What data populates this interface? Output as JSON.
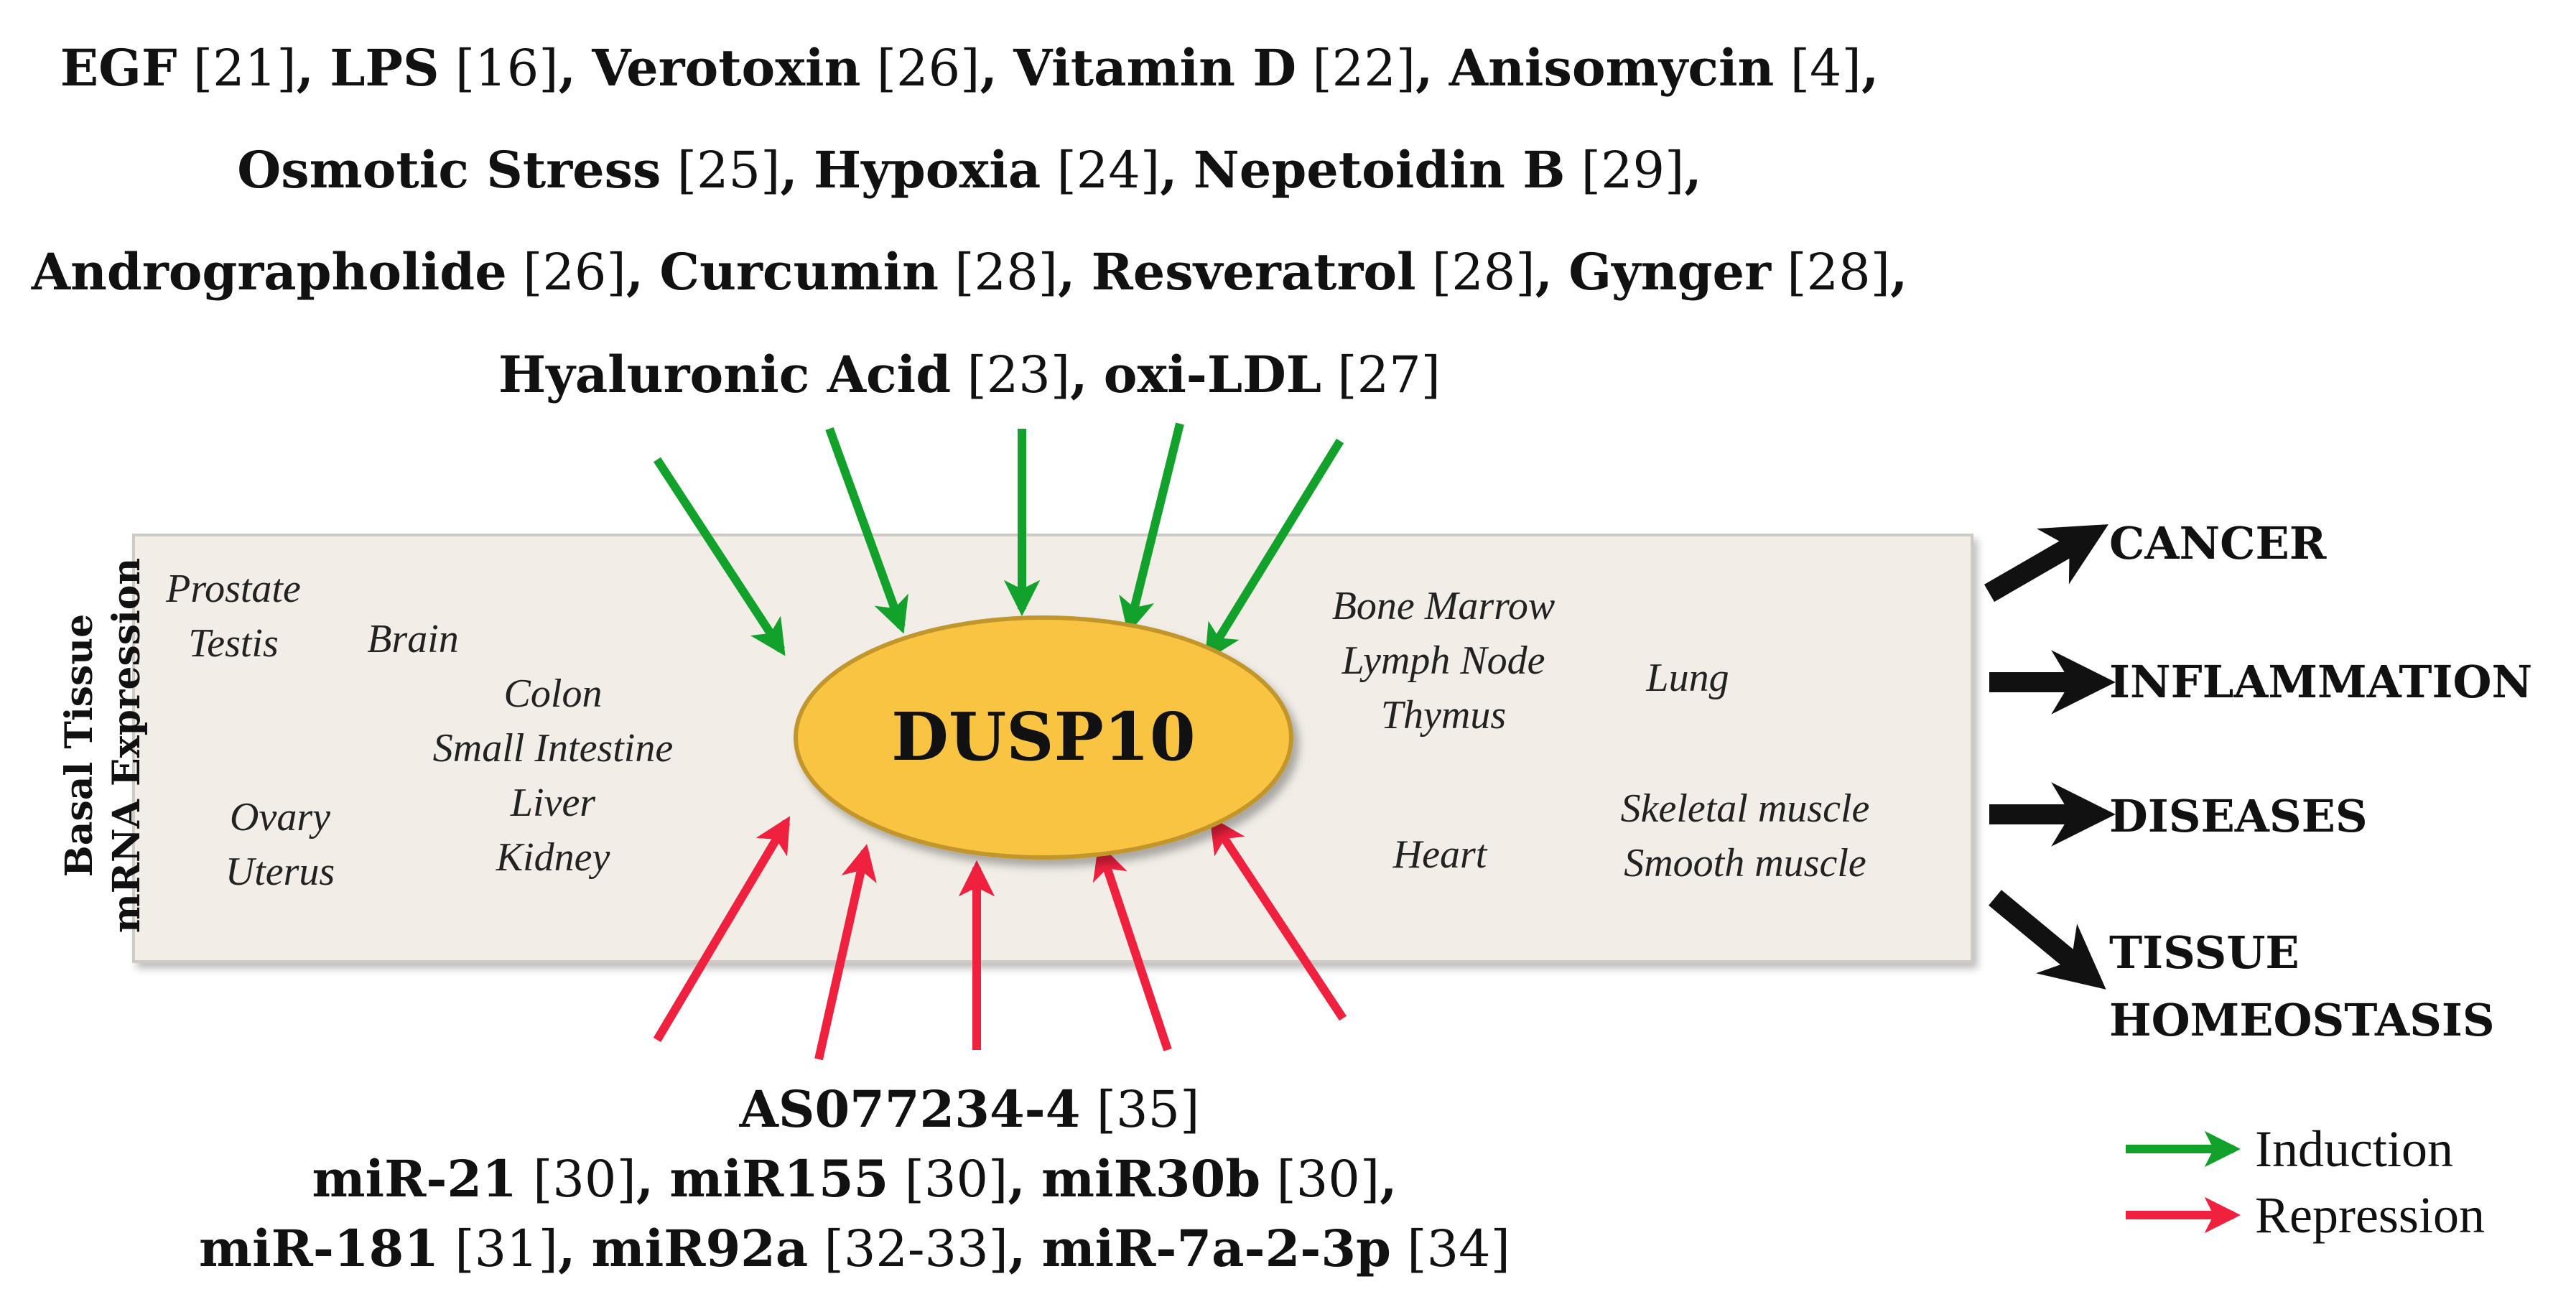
{
  "inducers": {
    "line1": [
      {
        "name": "EGF",
        "ref": "[21]",
        "sep": ","
      },
      {
        "name": "LPS",
        "ref": "[16]",
        "sep": ","
      },
      {
        "name": "Verotoxin",
        "ref": "[26]",
        "sep": ","
      },
      {
        "name": "Vitamin D",
        "ref": "[22]",
        "sep": ","
      },
      {
        "name": "Anisomycin",
        "ref": "[4]",
        "sep": ","
      }
    ],
    "line2": [
      {
        "name": "Osmotic Stress",
        "ref": "[25]",
        "sep": ","
      },
      {
        "name": "Hypoxia",
        "ref": "[24]",
        "sep": ","
      },
      {
        "name": "Nepetoidin B",
        "ref": "[29]",
        "sep": ","
      }
    ],
    "line3": [
      {
        "name": "Andrographolide",
        "ref": "[26]",
        "sep": ","
      },
      {
        "name": "Curcumin",
        "ref": "[28]",
        "sep": ","
      },
      {
        "name": "Resveratrol",
        "ref": "[28]",
        "sep": ","
      },
      {
        "name": "Gynger",
        "ref": "[28]",
        "sep": ","
      }
    ],
    "line4": [
      {
        "name": "Hyaluronic Acid",
        "ref": "[23]",
        "sep": ","
      },
      {
        "name": "oxi-LDL",
        "ref": "[27]",
        "sep": ""
      }
    ]
  },
  "repressors": {
    "line1": [
      {
        "name": "AS077234-4",
        "ref": "[35]",
        "sep": ""
      }
    ],
    "line2": [
      {
        "name": "miR-21",
        "ref": "[30]",
        "sep": ","
      },
      {
        "name": "miR155",
        "ref": "[30]",
        "sep": ","
      },
      {
        "name": "miR30b",
        "ref": "[30]",
        "sep": ","
      }
    ],
    "line3": [
      {
        "name": "miR-181",
        "ref": "[31]",
        "sep": ","
      },
      {
        "name": "miR92a",
        "ref": "[32-33]",
        "sep": ","
      },
      {
        "name": "miR-7a-2-3p",
        "ref": "[34]",
        "sep": ""
      }
    ]
  },
  "center": {
    "label": "DUSP10"
  },
  "basal_label": {
    "line1": "Basal Tissue",
    "line2": "mRNA Expression"
  },
  "tissues": {
    "prostate_testis": [
      "Prostate",
      "Testis"
    ],
    "brain": [
      "Brain"
    ],
    "colon_group": [
      "Colon",
      "Small Intestine",
      "Liver",
      "Kidney"
    ],
    "ovary_uterus": [
      "Ovary",
      "Uterus"
    ],
    "bone_group": [
      "Bone Marrow",
      "Lymph Node",
      "Thymus"
    ],
    "lung": [
      "Lung"
    ],
    "heart": [
      "Heart"
    ],
    "muscle": [
      "Skeletal muscle",
      "Smooth muscle"
    ]
  },
  "outcomes": {
    "cancer": "CANCER",
    "inflammation": "INFLAMMATION",
    "diseases": "DISEASES",
    "tissue_homeostasis": [
      "TISSUE",
      "HOMEOSTASIS"
    ]
  },
  "legend": {
    "induction": "Induction",
    "repression": "Repression"
  },
  "colors": {
    "induction": "#12a12a",
    "repression": "#f0203f",
    "ellipse_fill": "#f8c443",
    "ellipse_stroke": "#c2962a",
    "outcome_arrow": "#111111"
  }
}
